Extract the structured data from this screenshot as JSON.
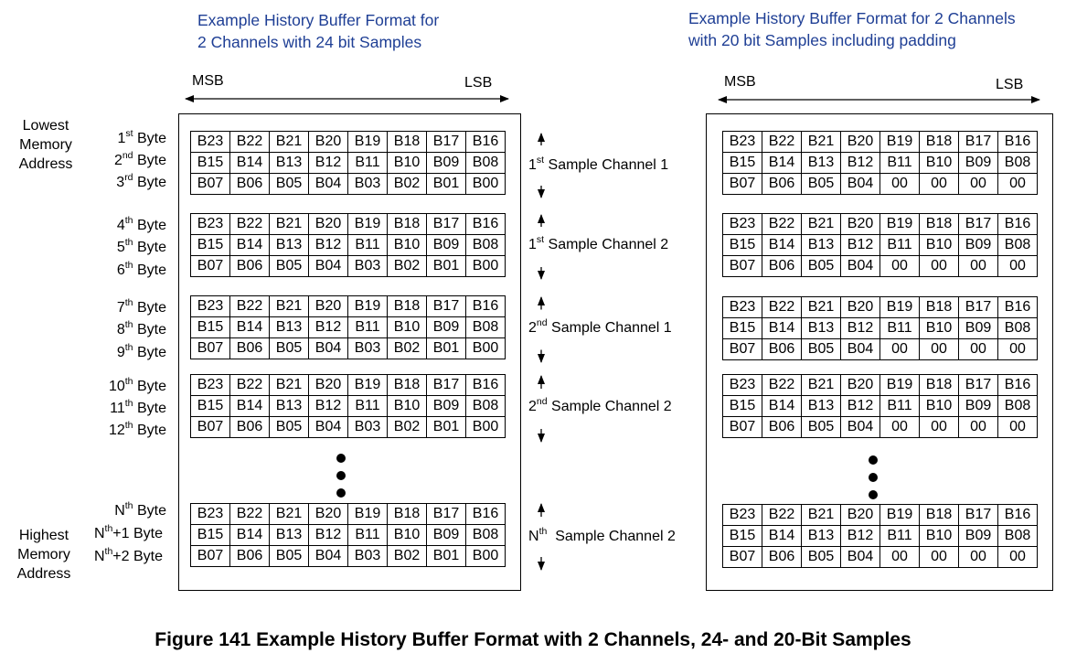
{
  "left": {
    "title_line1": "Example History Buffer Format for",
    "title_line2": "2 Channels with 24 bit Samples",
    "msb": "MSB",
    "lsb": "LSB",
    "mem_low": [
      "Lowest",
      "Memory",
      "Address"
    ],
    "mem_high": [
      "Highest",
      "Memory",
      "Address"
    ],
    "byte_word": " Byte",
    "plus1": "+1",
    "plus2": "+2",
    "bytes": [
      [
        "1",
        "st"
      ],
      [
        "2",
        "nd"
      ],
      [
        "3",
        "rd"
      ],
      [
        "4",
        "th"
      ],
      [
        "5",
        "th"
      ],
      [
        "6",
        "th"
      ],
      [
        "7",
        "th"
      ],
      [
        "8",
        "th"
      ],
      [
        "9",
        "th"
      ],
      [
        "10",
        "th"
      ],
      [
        "11",
        "th"
      ],
      [
        "12",
        "th"
      ],
      [
        "N",
        "th"
      ]
    ],
    "samples": [
      {
        "num": "1",
        "sup": "st",
        "text": " Sample Channel 1"
      },
      {
        "num": "1",
        "sup": "st",
        "text": " Sample Channel 2"
      },
      {
        "num": "2",
        "sup": "nd",
        "text": " Sample Channel 1"
      },
      {
        "num": "2",
        "sup": "nd",
        "text": " Sample Channel 2"
      },
      {
        "num": "N",
        "sup": "th",
        "text": "  Sample Channel 2"
      }
    ],
    "grid_rows": [
      [
        "B23",
        "B22",
        "B21",
        "B20",
        "B19",
        "B18",
        "B17",
        "B16"
      ],
      [
        "B15",
        "B14",
        "B13",
        "B12",
        "B11",
        "B10",
        "B09",
        "B08"
      ],
      [
        "B07",
        "B06",
        "B05",
        "B04",
        "B03",
        "B02",
        "B01",
        "B00"
      ]
    ]
  },
  "right": {
    "title_line1": "Example History Buffer Format for 2 Channels",
    "title_line2": "with 20 bit Samples including padding",
    "msb": "MSB",
    "lsb": "LSB",
    "grid_rows": [
      [
        "B23",
        "B22",
        "B21",
        "B20",
        "B19",
        "B18",
        "B17",
        "B16"
      ],
      [
        "B15",
        "B14",
        "B13",
        "B12",
        "B11",
        "B10",
        "B09",
        "B08"
      ],
      [
        "B07",
        "B06",
        "B05",
        "B04",
        "00",
        "00",
        "00",
        "00"
      ]
    ]
  },
  "caption": "Figure 141 Example History Buffer Format with 2 Channels, 24- and 20-Bit Samples"
}
